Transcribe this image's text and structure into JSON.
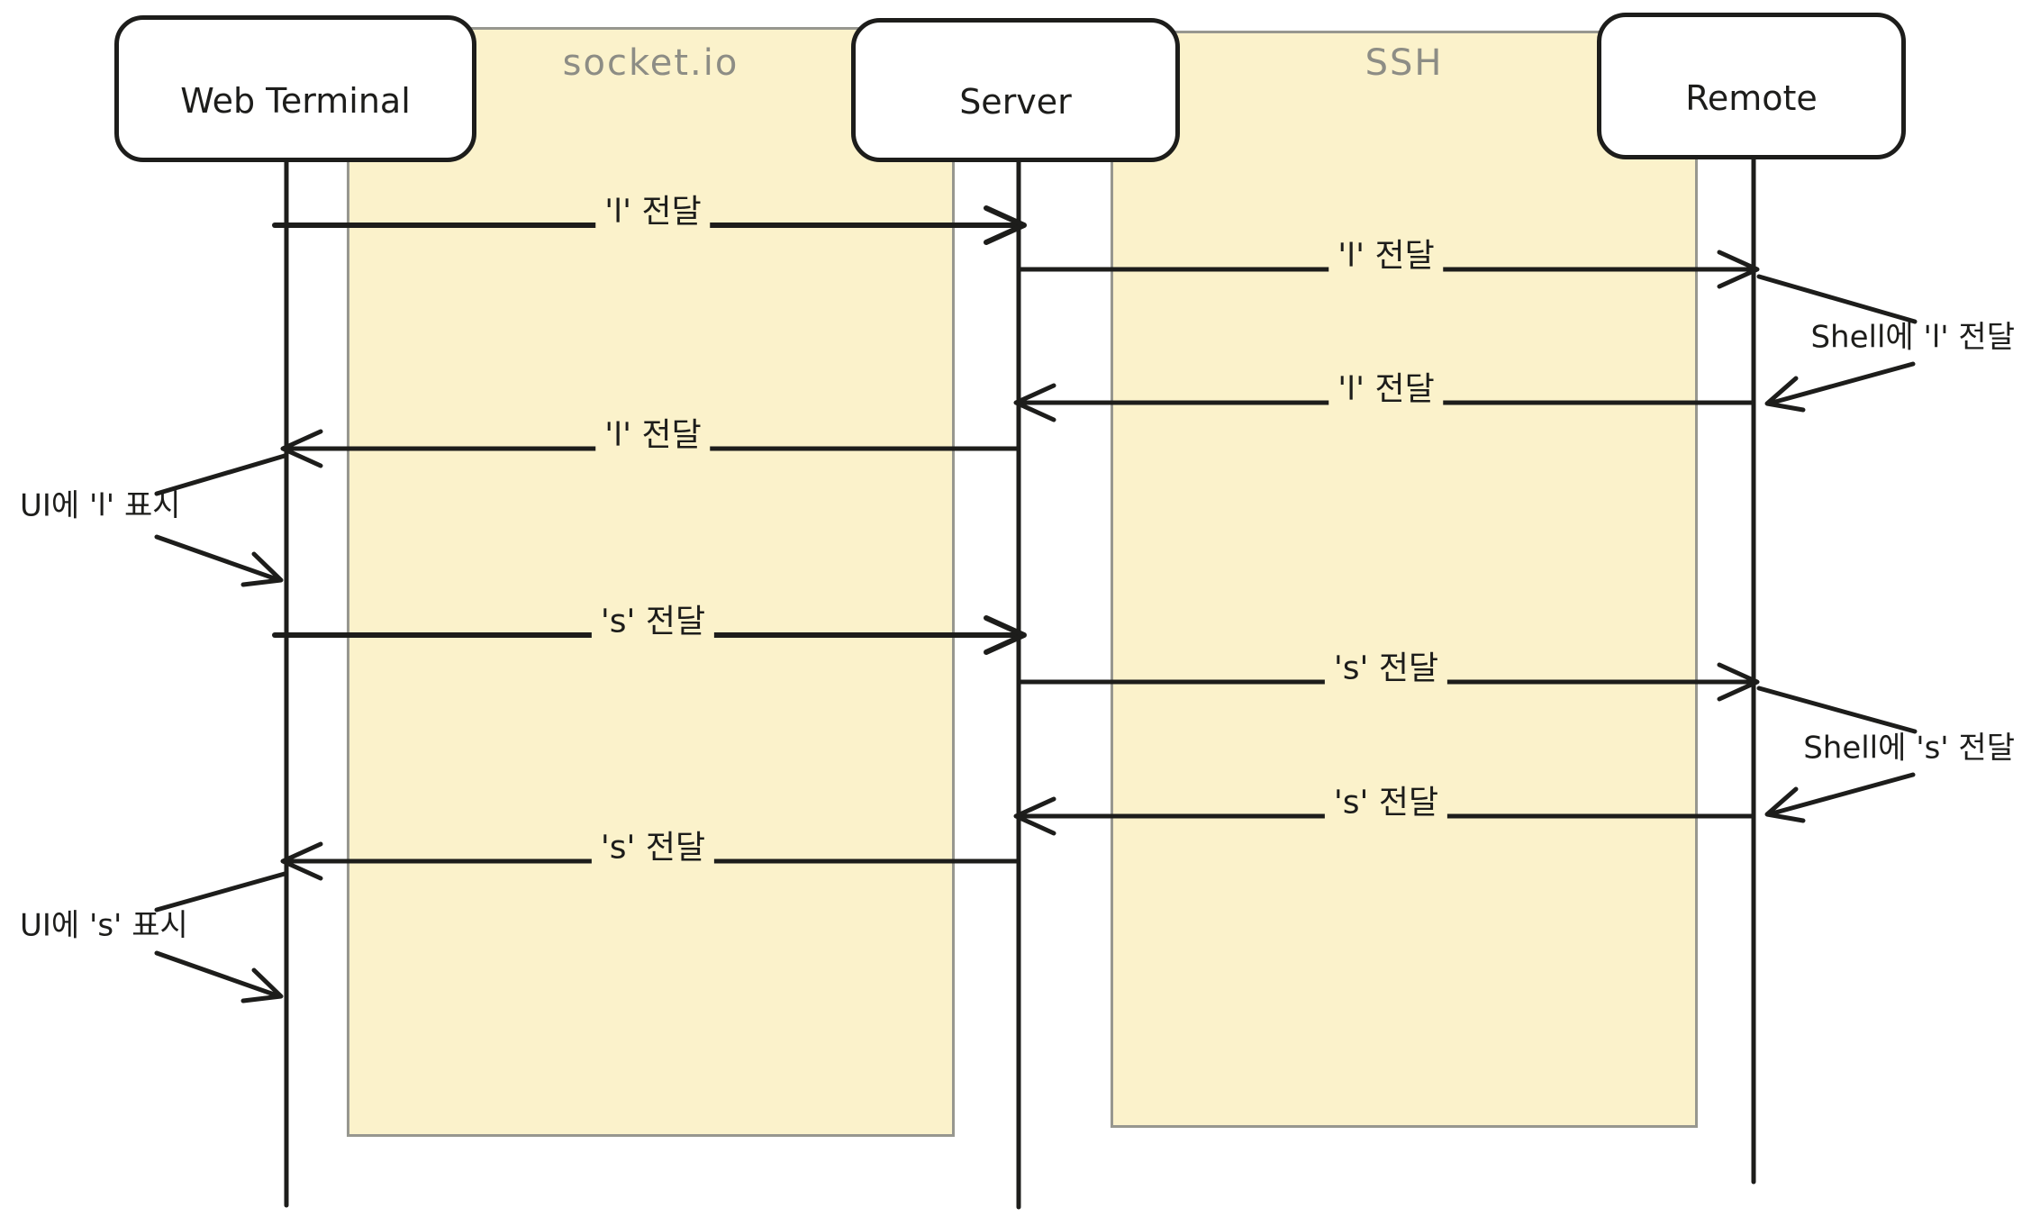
{
  "diagram": {
    "type": "sequence",
    "participants": [
      {
        "label": "Web Terminal"
      },
      {
        "label": "Server"
      },
      {
        "label": "Remote"
      }
    ],
    "regions": [
      {
        "label": "socket.io"
      },
      {
        "label": "SSH"
      }
    ],
    "messages": [
      {
        "from": "Web Terminal",
        "to": "Server",
        "label": "'l' 전달"
      },
      {
        "from": "Server",
        "to": "Remote",
        "label": "'l' 전달"
      },
      {
        "from": "Remote",
        "to": "Server",
        "label": "'l' 전달"
      },
      {
        "from": "Server",
        "to": "Web Terminal",
        "label": "'l' 전달"
      },
      {
        "from": "Web Terminal",
        "to": "Server",
        "label": "'s' 전달"
      },
      {
        "from": "Server",
        "to": "Remote",
        "label": "'s' 전달"
      },
      {
        "from": "Remote",
        "to": "Server",
        "label": "'s' 전달"
      },
      {
        "from": "Server",
        "to": "Web Terminal",
        "label": "'s' 전달"
      }
    ],
    "annotations": [
      {
        "side": "right",
        "attached_to": "Remote",
        "label": "Shell에 'l' 전달"
      },
      {
        "side": "left",
        "attached_to": "Web Terminal",
        "label": "UI에 'l' 표시"
      },
      {
        "side": "right",
        "attached_to": "Remote",
        "label": "Shell에 's' 전달"
      },
      {
        "side": "left",
        "attached_to": "Web Terminal",
        "label": "UI에 's' 표시"
      }
    ],
    "colors": {
      "region_fill": "#FBF2CB",
      "region_border": "#97978F",
      "region_label": "#8D8D85",
      "ink": "#1D1D1B",
      "background": "#FFFFFF"
    }
  }
}
